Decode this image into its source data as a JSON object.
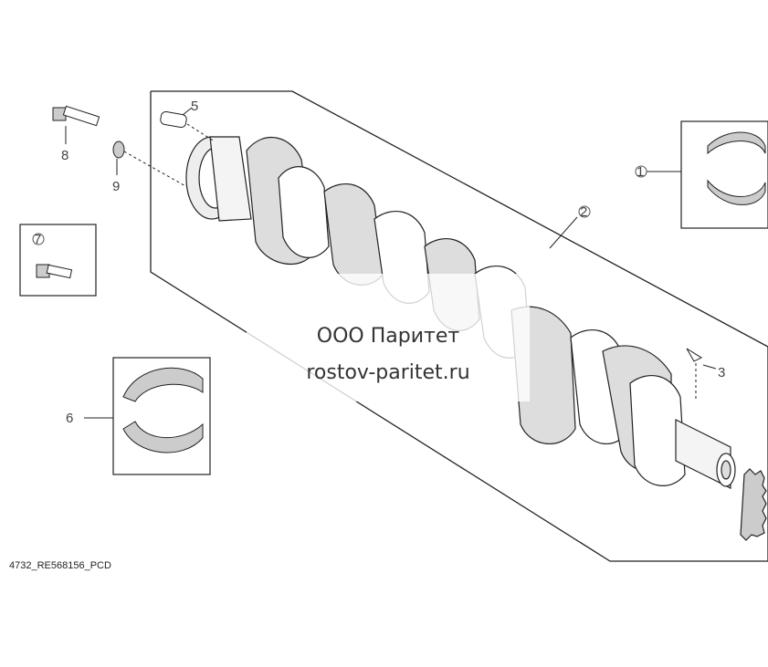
{
  "callouts": [
    "1",
    "2",
    "3",
    "5",
    "6",
    "7",
    "8",
    "9"
  ],
  "drawing_code": "4732_RE568156_PCD",
  "watermark": {
    "line1": "ООО Паритет",
    "line2": "rostov-paritet.ru"
  },
  "colors": {
    "line": "#222222",
    "shade": "#cfcfcf"
  }
}
